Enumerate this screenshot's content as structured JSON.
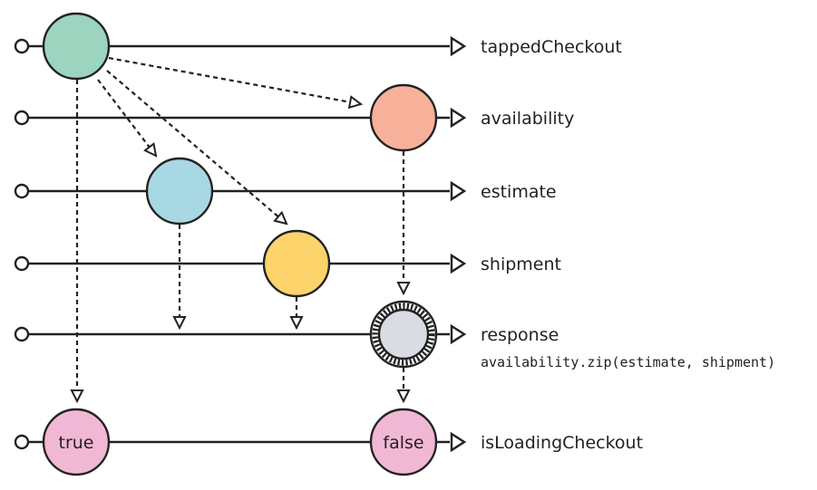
{
  "streams": [
    {
      "id": "tappedCheckout",
      "label": "tappedCheckout"
    },
    {
      "id": "availability",
      "label": "availability"
    },
    {
      "id": "estimate",
      "label": "estimate"
    },
    {
      "id": "shipment",
      "label": "shipment"
    },
    {
      "id": "response",
      "label": "response",
      "sublabel": "availability.zip(estimate, shipment)"
    },
    {
      "id": "isLoadingCheckout",
      "label": "isLoadingCheckout"
    }
  ],
  "events": [
    {
      "id": "tap",
      "stream": "tappedCheckout",
      "color": "#9dd4c0"
    },
    {
      "id": "avail",
      "stream": "availability",
      "color": "#f7b19b"
    },
    {
      "id": "est",
      "stream": "estimate",
      "color": "#a8d8e3"
    },
    {
      "id": "ship",
      "stream": "shipment",
      "color": "#fdd36b"
    },
    {
      "id": "resp",
      "stream": "response",
      "color": "#d9dce2",
      "style": "zipped"
    },
    {
      "id": "loading-true",
      "stream": "isLoadingCheckout",
      "color": "#f1b8d5",
      "text": "true"
    },
    {
      "id": "loading-false",
      "stream": "isLoadingCheckout",
      "color": "#f1b8d5",
      "text": "false"
    }
  ],
  "colors": {
    "line": "#222222"
  }
}
